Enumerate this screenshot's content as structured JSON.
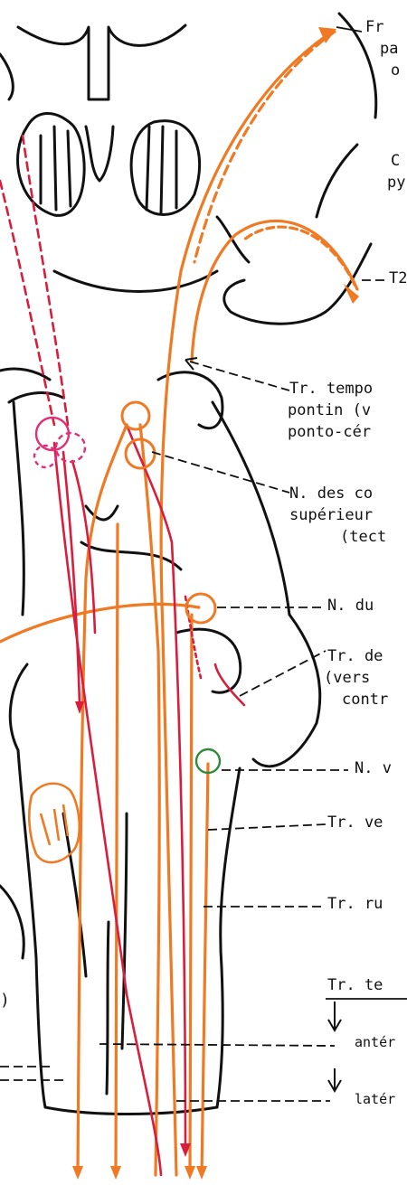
{
  "colors": {
    "outline": "#111111",
    "orange": "#f07a24",
    "red": "#d81e3c",
    "pink": "#e0307a",
    "green": "#2f8a3a"
  },
  "labels": {
    "fronto_l1": "Fr",
    "fronto_l2": "pa",
    "fronto_l3": "o",
    "cortico_l1": "C",
    "cortico_l2": "py",
    "t2": "T2",
    "temporo_l1": "Tr. tempo",
    "temporo_l2": "pontin (v",
    "temporo_l3": "ponto-cér",
    "colliculi_l1": "N. des co",
    "colliculi_l2": "supérieur",
    "colliculi_l3": "(tect",
    "nucleus_du": "N. du",
    "tract_de_l1": "Tr. de",
    "tract_de_l2": "(vers",
    "tract_de_l3": "contr",
    "nucleus_v": "N. v",
    "tract_ve": "Tr. ve",
    "tract_ru": "Tr. ru",
    "tract_te": "Tr. te",
    "anterior": "antér",
    "lateral": "latér"
  }
}
